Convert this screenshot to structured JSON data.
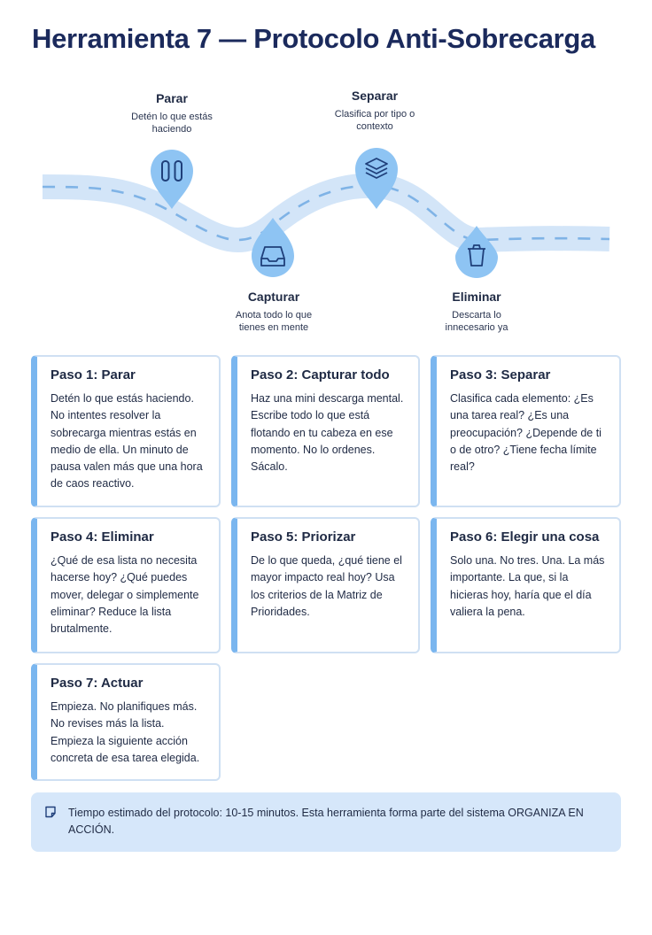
{
  "title": "Herramienta 7 — Protocolo Anti-Sobrecarga",
  "stages": [
    {
      "title": "Parar",
      "desc": "Detén lo que estás haciendo",
      "icon": "pause-icon"
    },
    {
      "title": "Capturar",
      "desc": "Anota todo lo que tienes en mente",
      "icon": "inbox-icon"
    },
    {
      "title": "Separar",
      "desc": "Clasifica por tipo o contexto",
      "icon": "layers-icon"
    },
    {
      "title": "Eliminar",
      "desc": "Descarta lo innecesario ya",
      "icon": "trash-icon"
    }
  ],
  "steps": [
    {
      "title": "Paso 1: Parar",
      "body": "Detén lo que estás haciendo. No intentes resolver la sobrecarga mientras estás en medio de ella. Un minuto de pausa valen más que una hora de caos reactivo."
    },
    {
      "title": "Paso 2: Capturar todo",
      "body": "Haz una mini descarga mental. Escribe todo lo que está flotando en tu cabeza en ese momento. No lo ordenes. Sácalo."
    },
    {
      "title": "Paso 3: Separar",
      "body": "Clasifica cada elemento: ¿Es una tarea real? ¿Es una preocupación? ¿Depende de ti o de otro? ¿Tiene fecha límite real?"
    },
    {
      "title": "Paso 4: Eliminar",
      "body": "¿Qué de esa lista no necesita hacerse hoy? ¿Qué puedes mover, delegar o simplemente eliminar? Reduce la lista brutalmente."
    },
    {
      "title": "Paso 5: Priorizar",
      "body": "De lo que queda, ¿qué tiene el mayor impacto real hoy? Usa los criterios de la Matriz de Prioridades."
    },
    {
      "title": "Paso 6: Elegir una cosa",
      "body": "Solo una. No tres. Una. La más importante. La que, si la hicieras hoy, haría que el día valiera la pena."
    },
    {
      "title": "Paso 7: Actuar",
      "body": "Empieza. No planifiques más. No revises más la lista. Empieza la siguiente acción concreta de esa tarea elegida."
    }
  ],
  "note": {
    "icon": "note-icon",
    "text": "Tiempo estimado del protocolo: 10-15 minutos. Esta herramienta forma parte del sistema ORGANIZA EN ACCIÓN."
  },
  "colors": {
    "title": "#1b2a5c",
    "road": "#d3e5f8",
    "road_dash": "#7fb3e6",
    "pin": "#8ec4f3",
    "accent": "#7ab6ef",
    "card_border": "#cfe0f3",
    "note_bg": "#d6e7fa"
  }
}
